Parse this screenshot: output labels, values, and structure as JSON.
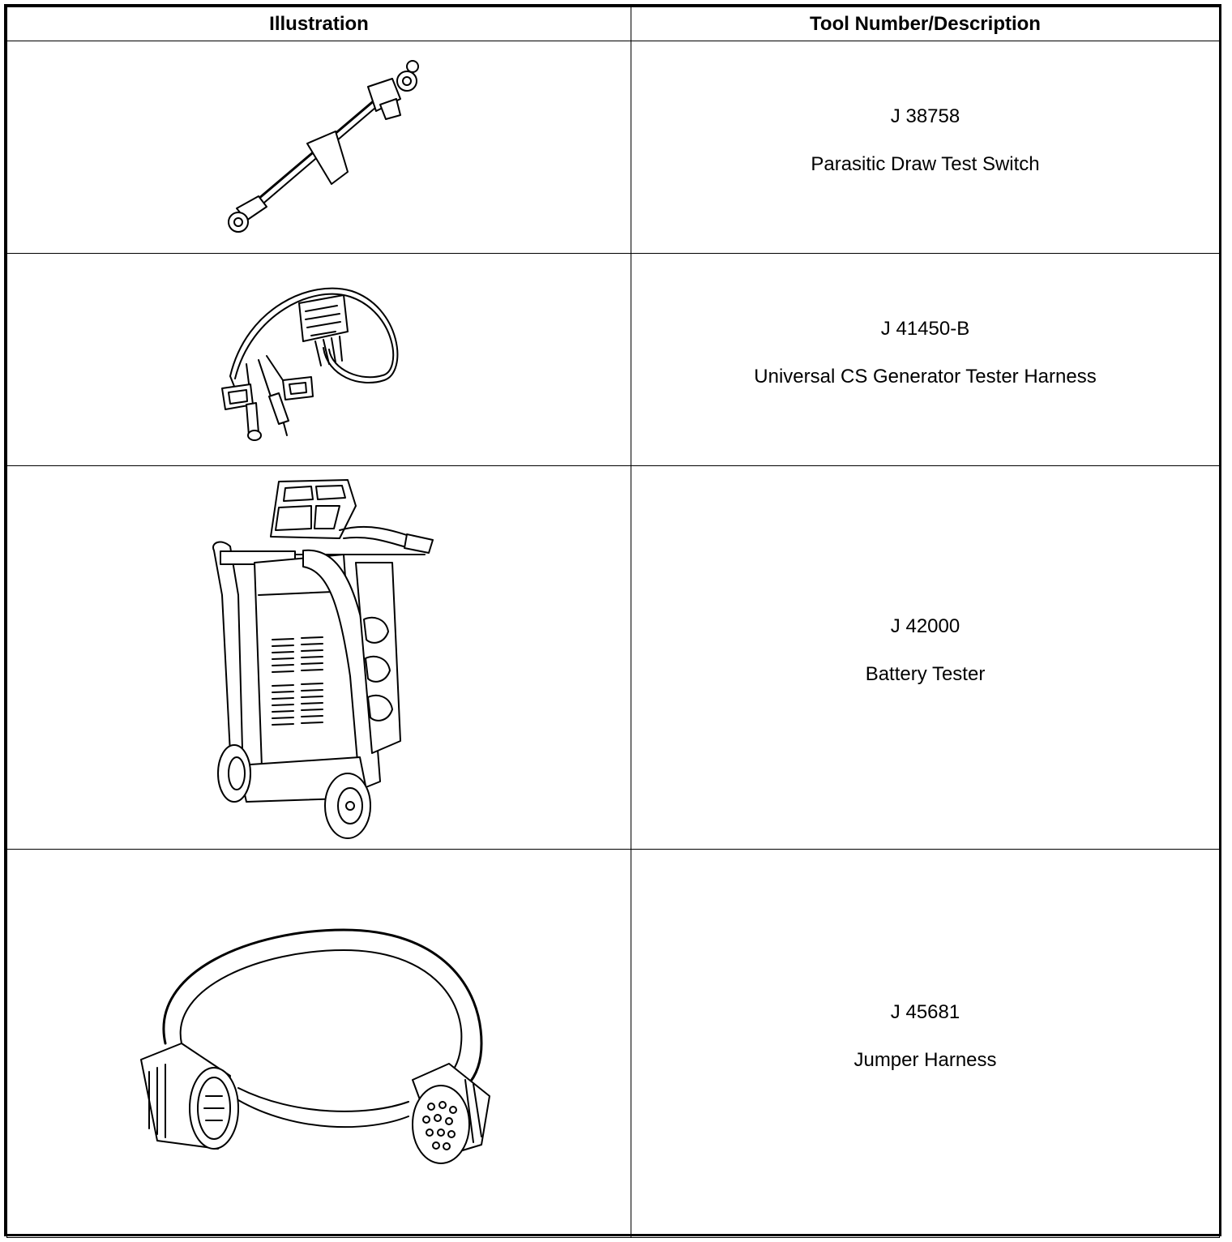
{
  "table": {
    "headers": {
      "illustration": "Illustration",
      "tool": "Tool Number/Description"
    },
    "rows": [
      {
        "number": "J 38758",
        "description": "Parasitic Draw Test Switch",
        "icon": "parasitic-draw-switch-illustration"
      },
      {
        "number": "J 41450-B",
        "description": "Universal CS Generator Tester Harness",
        "icon": "generator-tester-harness-illustration"
      },
      {
        "number": "J 42000",
        "description": "Battery Tester",
        "icon": "battery-tester-illustration"
      },
      {
        "number": "J 45681",
        "description": "Jumper Harness",
        "icon": "jumper-harness-illustration"
      }
    ]
  }
}
